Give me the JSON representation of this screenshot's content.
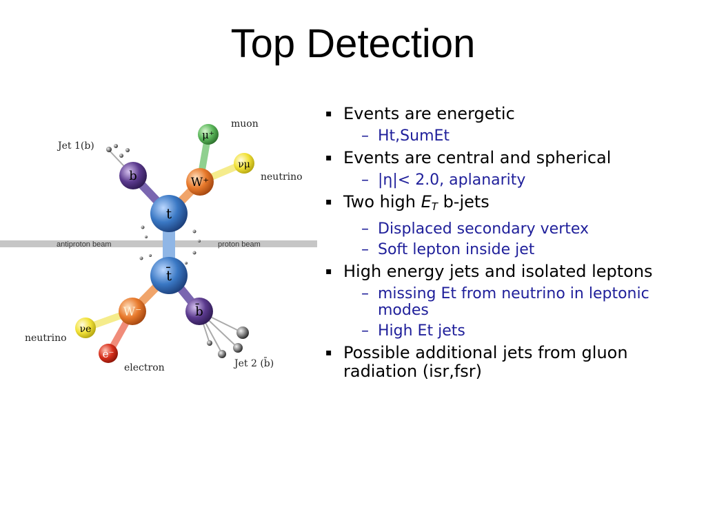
{
  "slide": {
    "title": "Top Detection"
  },
  "diagram": {
    "labels": {
      "jet1": "Jet 1(b)",
      "jet2": "Jet 2 (b̄)",
      "muon": "muon",
      "neutrino_top": "neutrino",
      "neutrino_bottom": "neutrino",
      "electron": "electron",
      "antiproton_beam": "antiproton beam",
      "proton_beam": "proton beam"
    },
    "particles": {
      "b": "b",
      "bbar": "b̄",
      "t": "t",
      "tbar": "t̄",
      "wplus": "W⁺",
      "wminus": "W⁻",
      "mu": "μ⁺",
      "nu_mu": "νμ",
      "nu_e": "νe",
      "e": "e⁻"
    },
    "colors": {
      "top": "#3a78c4",
      "bottom": "#5b3a8e",
      "w": "#e87a2c",
      "muon": "#5cb85c",
      "neutrino": "#f2e23a",
      "electron": "#d8301c",
      "beam": "#c6c6c6"
    }
  },
  "bullets": {
    "marker": "▪",
    "dash": "–",
    "b1": "Events are energetic",
    "b1_1": "Ht,SumEt",
    "b2": "Events are central and spherical",
    "b2_1": "|η|< 2.0, aplanarity",
    "b3_pre": "Two high ",
    "b3_et": "E",
    "b3_sub": "T",
    "b3_post": " b-jets",
    "b3_1": "Displaced secondary vertex",
    "b3_2": "Soft lepton inside jet",
    "b4": "High energy jets and isolated leptons",
    "b4_1": "missing Et from neutrino in leptonic modes",
    "b4_2": "High Et jets",
    "b5": "Possible additional jets from gluon radiation (isr,fsr)"
  }
}
